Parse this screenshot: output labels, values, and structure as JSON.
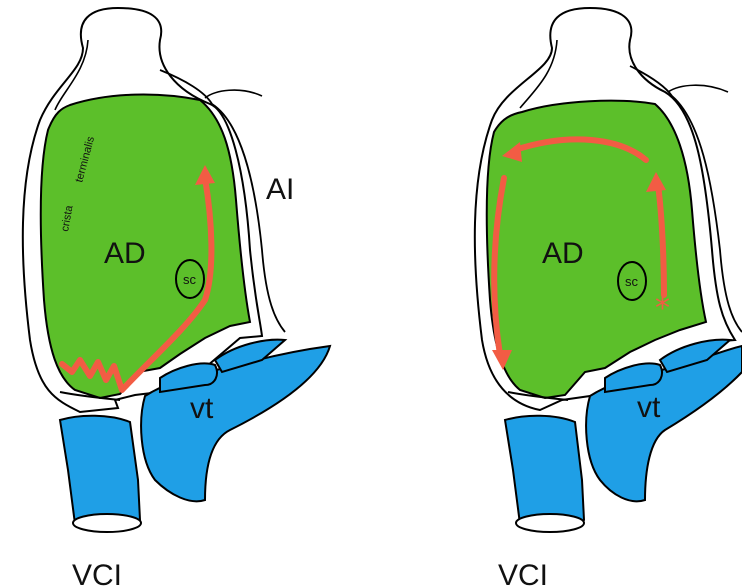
{
  "colors": {
    "atrium_fill": "#5cbf2a",
    "ventricle_fill": "#1f9fe6",
    "arrow": "#f25c44",
    "outline": "#000000"
  },
  "left_panel": {
    "atrium_label": "AD",
    "ostium_label": "sc",
    "ventricle_label": "vt",
    "left_atrium_label": "AI",
    "vena_cava_label": "VCI",
    "crista_word1": "crista",
    "crista_word2": "terminalis"
  },
  "right_panel": {
    "atrium_label": "AD",
    "ostium_label": "sc",
    "ventricle_label": "vt",
    "vena_cava_label": "VCI",
    "origin_marker": "*"
  }
}
